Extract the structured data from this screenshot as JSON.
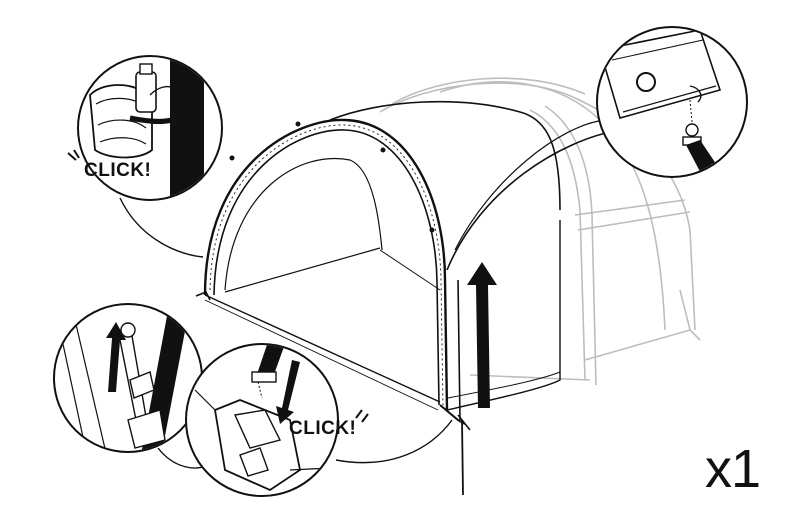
{
  "callouts": {
    "top_left_label": "CLICK!",
    "bottom_label": "CLICK!"
  },
  "quantity": "x1",
  "colors": {
    "line": "#111111",
    "faint_line": "#bbbbbb",
    "background": "#ffffff"
  },
  "icons": {
    "top_right_marker": "circle-hole-icon",
    "lift_arrow": "up-arrow-icon",
    "push_arrow": "down-arrow-icon"
  }
}
